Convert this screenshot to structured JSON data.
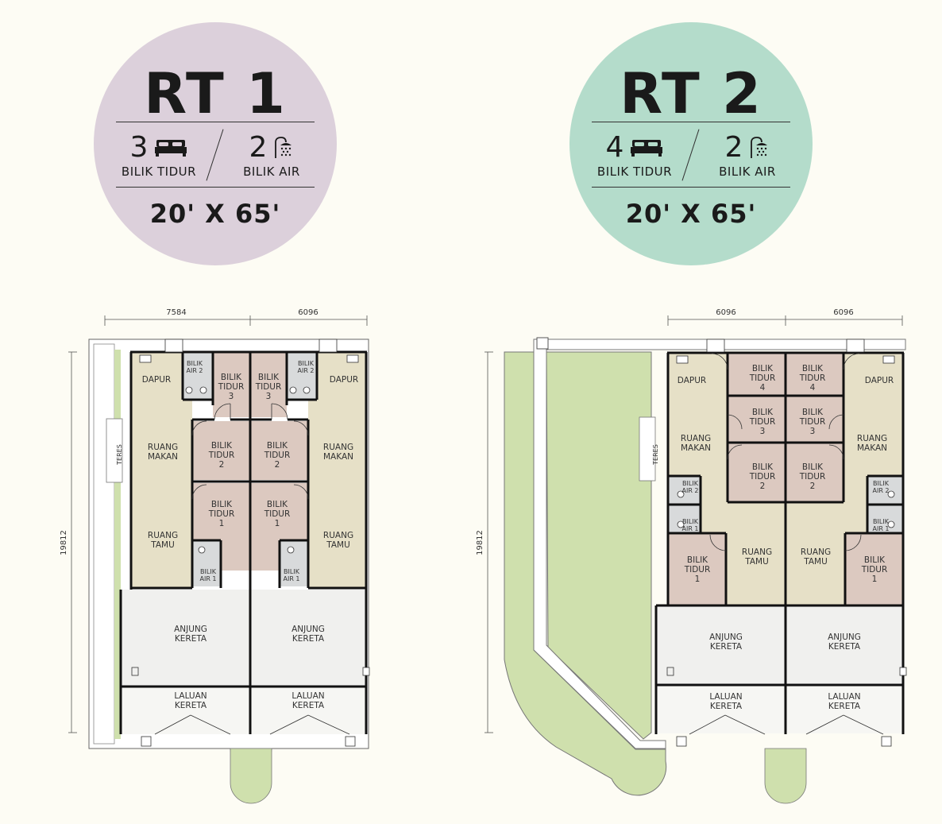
{
  "colors": {
    "rt1_circle": "#dcd0db",
    "rt2_circle": "#b4dccb",
    "room_living": "#e6e0c7",
    "room_bed": "#dcc9c0",
    "room_bath": "#d8dadb",
    "garden": "#cfe0ad",
    "carporch": "#f0f0ee",
    "wall": "#111111"
  },
  "units": [
    {
      "title": "RT 1",
      "bedrooms": {
        "count": "3",
        "label": "BILIK TIDUR",
        "icon": "bed-icon"
      },
      "bathrooms": {
        "count": "2",
        "label": "BILIK AIR",
        "icon": "shower-icon"
      },
      "size": "20' X 65'"
    },
    {
      "title": "RT 2",
      "bedrooms": {
        "count": "4",
        "label": "BILIK TIDUR",
        "icon": "bed-icon"
      },
      "bathrooms": {
        "count": "2",
        "label": "BILIK AIR",
        "icon": "shower-icon"
      },
      "size": "20' X 65'"
    }
  ],
  "plans": {
    "rt1": {
      "dims": {
        "left": "7584",
        "right": "6096",
        "depth": "19812"
      },
      "labels": {
        "teres": "TERES",
        "dapur": "DAPUR",
        "bilik_air_2": [
          "BILIK",
          "AIR 2"
        ],
        "bilik_tidur_3": [
          "BILIK",
          "TIDUR",
          "3"
        ],
        "bilik_tidur_2": [
          "BILIK",
          "TIDUR",
          "2"
        ],
        "bilik_tidur_1": [
          "BILIK",
          "TIDUR",
          "1"
        ],
        "bilik_air_1": [
          "BILIK",
          "AIR 1"
        ],
        "ruang_makan": [
          "RUANG",
          "MAKAN"
        ],
        "ruang_tamu": [
          "RUANG",
          "TAMU"
        ],
        "anjung_kereta": [
          "ANJUNG",
          "KERETA"
        ],
        "laluan_kereta": [
          "LALUAN",
          "KERETA"
        ]
      }
    },
    "rt2": {
      "dims": {
        "left": "6096",
        "right": "6096",
        "depth": "19812"
      },
      "labels": {
        "teres": "TERES",
        "dapur": "DAPUR",
        "bilik_tidur_4": [
          "BILIK",
          "TIDUR",
          "4"
        ],
        "bilik_tidur_3": [
          "BILIK",
          "TIDUR",
          "3"
        ],
        "bilik_tidur_2": [
          "BILIK",
          "TIDUR",
          "2"
        ],
        "bilik_tidur_1": [
          "BILIK",
          "TIDUR",
          "1"
        ],
        "bilik_air_2": [
          "BILIK",
          "AIR 2"
        ],
        "bilik_air_1": [
          "BILIK",
          "AIR 1"
        ],
        "ruang_makan": [
          "RUANG",
          "MAKAN"
        ],
        "ruang_tamu": [
          "RUANG",
          "TAMU"
        ],
        "anjung_kereta": [
          "ANJUNG",
          "KERETA"
        ],
        "laluan_kereta": [
          "LALUAN",
          "KERETA"
        ]
      }
    }
  }
}
